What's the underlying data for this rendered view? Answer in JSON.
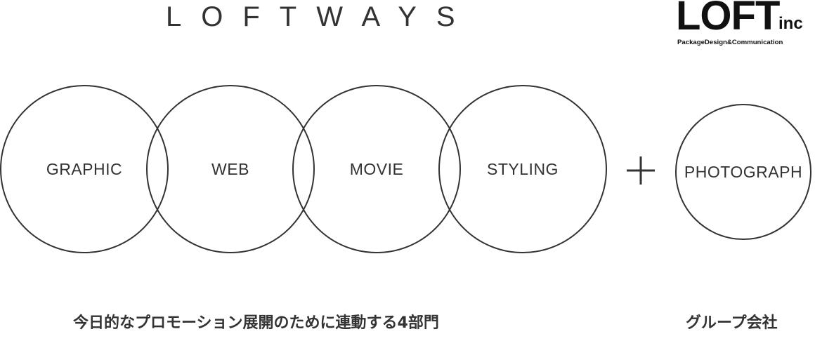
{
  "header": {
    "brand_title": "LOFTWAYS"
  },
  "logo": {
    "main": "LOFT",
    "suffix": "inc",
    "tagline": "PackageDesign&Communication"
  },
  "divisions": [
    {
      "label": "GRAPHIC"
    },
    {
      "label": "WEB"
    },
    {
      "label": "MOVIE"
    },
    {
      "label": "STYLING"
    }
  ],
  "plus_symbol": "+",
  "group_company": {
    "label": "PHOTOGRAPH"
  },
  "captions": {
    "divisions": "今日的なプロモーション展開のために連動する4部門",
    "group": "グループ会社"
  },
  "colors": {
    "stroke": "#333333",
    "text": "#333333"
  }
}
